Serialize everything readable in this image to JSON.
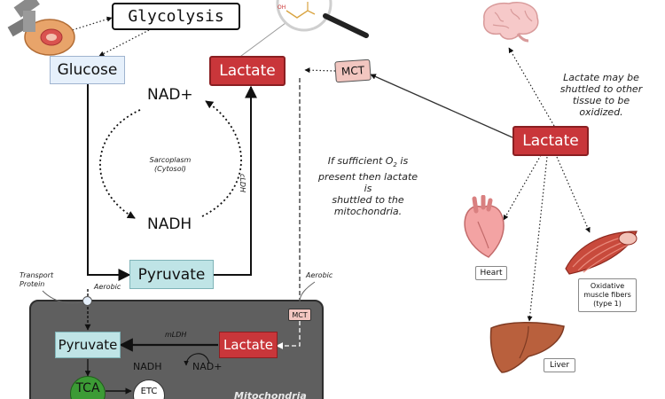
{
  "diagram": {
    "glycolysis": "Glycolysis",
    "glucose": "Glucose",
    "lactate_sarcoplasm": "Lactate",
    "lactate_shuttle": "Lactate",
    "lactate_mito": "Lactate",
    "pyruvate_sarcoplasm": "Pyruvate",
    "pyruvate_mito": "Pyruvate",
    "nad_plus": "NAD+",
    "nadh": "NADH",
    "mito_nadh": "NADH",
    "mito_nad_plus": "NAD+",
    "sarcoplasm_line1": "Sarcoplasm",
    "sarcoplasm_line2": "(Cytosol)",
    "cldh": "cLDH",
    "mldh": "mLDH",
    "mct_top": "MCT",
    "mct_mito": "MCT",
    "aerobic_left": "Aerobic",
    "aerobic_right": "Aerobic",
    "transport_protein_line1": "Transport",
    "transport_protein_line2": "Protein",
    "tca": "TCA",
    "etc": "ETC",
    "mitochondria": "Mitochondria",
    "o2_note_pre": "If sufficient O",
    "o2_note_sub": "2",
    "o2_note_post": " is",
    "o2_note_line2": "present then lactate is",
    "o2_note_line3": "shuttled to the",
    "o2_note_line4": "mitochondria.",
    "shuttle_note_line1": "Lactate may be",
    "shuttle_note_line2": "shuttled to other",
    "shuttle_note_line3": "tissue to be",
    "shuttle_note_line4": "oxidized.",
    "heart": "Heart",
    "liver": "Liver",
    "oxidative_line1": "Oxidative",
    "oxidative_line2": "muscle fibers",
    "oxidative_line3": "(type 1)"
  },
  "icons": [
    "muscle-cell-icon",
    "magnifier-molecule-icon",
    "brain-icon",
    "heart-icon",
    "muscle-fiber-icon",
    "liver-icon"
  ],
  "colors": {
    "lactate_fill": "#c9363a",
    "lactate_border": "#8a1f22",
    "glucose_fill": "#e6f0fb",
    "pyruvate_fill": "#bfe4e6",
    "mct_fill": "#f2c6c0",
    "mito_fill": "#5f5f5f",
    "tca_fill": "#3c9b35"
  }
}
